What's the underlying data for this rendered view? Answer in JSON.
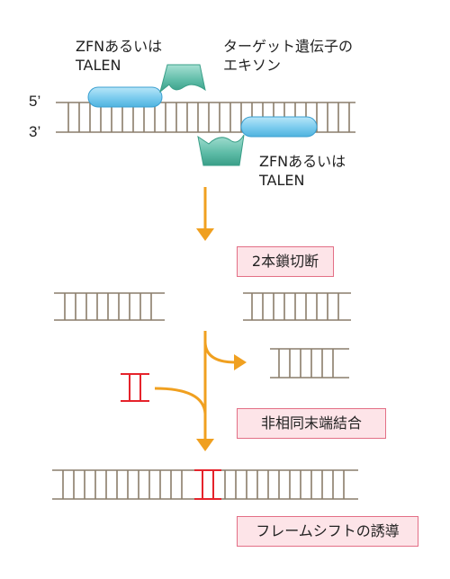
{
  "labels": {
    "zfn_top_line1": "ZFNあるいは",
    "zfn_top_line2": "TALEN",
    "target_line1": "ターゲット遺伝子の",
    "target_line2": "エキソン",
    "zfn_bottom_line1": "ZFNあるいは",
    "zfn_bottom_line2": "TALEN",
    "strand_5": "5’",
    "strand_3": "3’"
  },
  "steps": {
    "dsb": "2本鎖切断",
    "nhej": "非相同末端結合",
    "frameshift": "フレームシフトの誘導"
  },
  "colors": {
    "dna": "#8a7d6b",
    "nuclease_blue": "#7fcdef",
    "nuclease_teal": "#6cc3b0",
    "arrow": "#f0a020",
    "insert": "#e5232b",
    "box_fill": "#fde4e8",
    "box_border": "#e36f86"
  }
}
